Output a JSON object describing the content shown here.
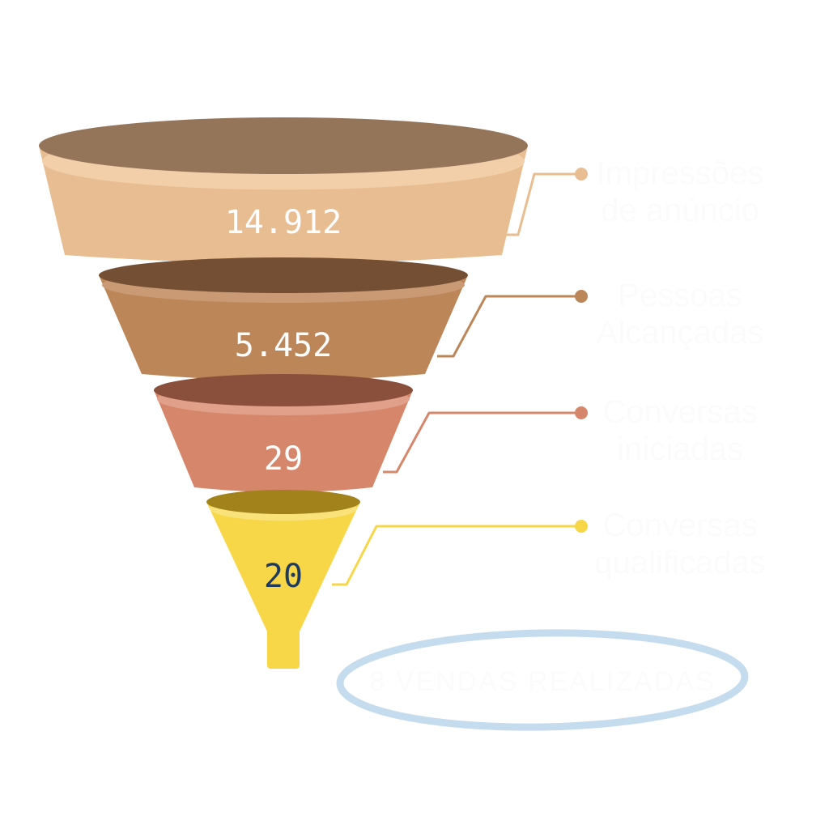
{
  "chart_data": {
    "type": "funnel",
    "stages": [
      {
        "label_line1": "Impressões",
        "label_line2": "de anúncio",
        "value_text": "14.912",
        "value": 14912,
        "body": "#e8bd92",
        "rim": "#f2cfa8",
        "top": "#94755a",
        "text_color": "#ffffff"
      },
      {
        "label_line1": "Pessoas",
        "label_line2": "Alcançadas",
        "value_text": "5.452",
        "value": 5452,
        "body": "#bd8659",
        "rim": "#c99a74",
        "top": "#744f33",
        "text_color": "#ffffff"
      },
      {
        "label_line1": "Conversas",
        "label_line2": "iniciadas",
        "value_text": "29",
        "value": 29,
        "body": "#d6876b",
        "rim": "#e0a08a",
        "top": "#8a503b",
        "text_color": "#ffffff"
      },
      {
        "label_line1": "Conversas",
        "label_line2": "qualificadas",
        "value_text": "20",
        "value": 20,
        "body": "#f7d748",
        "rim": "#fae27a",
        "top": "#a1821b",
        "text_color": "#1f3a5f"
      }
    ],
    "result": {
      "text": "8 VENDAS REALIZADAS",
      "ring_color": "#c5dcee"
    }
  }
}
